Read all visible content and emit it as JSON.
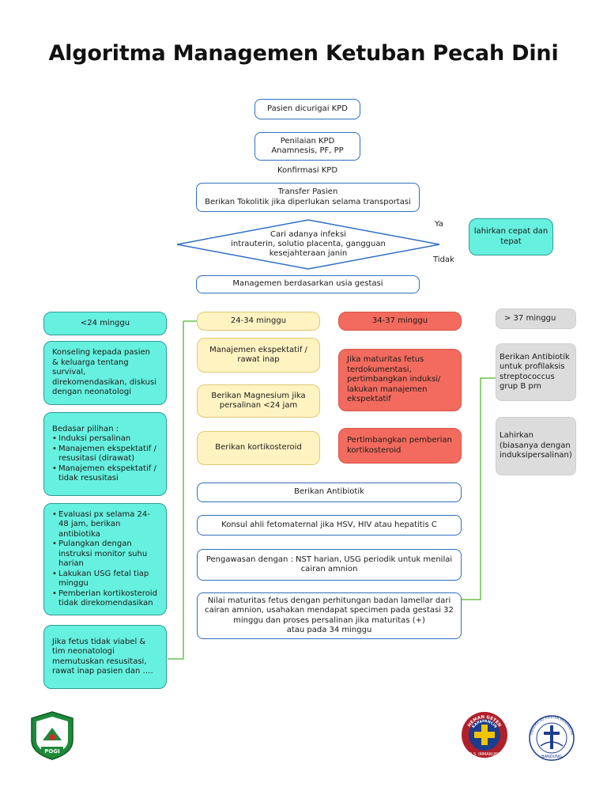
{
  "title": "Algoritma Managemen Ketuban Pecah Dini",
  "nodes": {
    "curiga": "Pasien dicurigai KPD",
    "penilaian_1": "Penilaian KPD",
    "penilaian_2": "Anamnesis, PF, PP",
    "konfirmasi": "Konfirmasi KPD",
    "transfer_1": "Transfer Pasien",
    "transfer_2": "Berikan Tokolitik jika diperlukan selama transportasi",
    "cari_1": "Cari adanya infeksi",
    "cari_2": "intrauterin, solutio placenta, gangguan",
    "cari_3": "kesejahteraan janin",
    "ya": "Ya",
    "tidak": "Tidak",
    "lahirkan_cepat": "lahirkan cepat dan tepat",
    "managemen_usia": "Managemen berdasarkan usia gestasi"
  },
  "columns": {
    "lt24": {
      "header": "<24 minggu",
      "konseling": "Konseling kepada pasien & keluarga tentang survival, direkomendasikan, diskusi dengan neonatologi",
      "pilihan_title": "Bedasar pilihan :",
      "pilihan_items": [
        "Induksi persalinan",
        "Manajemen ekspektatif / resusitasi (dirawat)",
        "Manajemen ekspektatif / tidak resusitasi"
      ],
      "evaluasi_items": [
        "Evaluasi px selama 24-48 jam, berikan antibiotika",
        "Pulangkan dengan instruksi monitor suhu harian",
        "Lakukan USG fetal tiap minggu",
        "Pemberian kortikosteroid tidak direkomendasikan"
      ],
      "viabel": "Jika fetus tidak viabel & tim neonatologi memutuskan resusitasi, rawat inap pasien dan …."
    },
    "w24_34": {
      "header": "24-34 minggu",
      "manajemen": "Manajemen ekspektatif / rawat inap",
      "magnesium": "Berikan Magnesium jika persalinan <24 jam",
      "kortiko": "Berikan kortikosteroid"
    },
    "w34_37": {
      "header": "34-37 minggu",
      "maturitas": "Jika maturitas fetus terdokumentasi, pertimbangkan induksi/ lakukan manajemen ekspektatif",
      "pertimbangkan": "Pertimbangkan pemberian kortikosteroid"
    },
    "gt37": {
      "header": "> 37 minggu",
      "antibiotik": "Berikan Antibiotik untuk profilaksis streptococcus grup B prn",
      "lahirkan": "Lahirkan (biasanya dengan induksipersalinan)"
    }
  },
  "shared": {
    "antibiotik": "Berikan Antibiotik",
    "konsul": "Konsul ahli fetomaternal jika HSV, HIV atau hepatitis C",
    "pengawasan": "Pengawasan dengan : NST harian, USG periodik untuk menilai cairan amnion",
    "nilai_1": "Nilai maturitas fetus dengan perhitungan badan lamellar dari",
    "nilai_2": "cairan amnion, usahakan mendapat specimen pada gestasi 32",
    "nilai_3": "minggu dan proses persalinan jika maturitas (+)",
    "nilai_4": "atau pada 34 minggu"
  },
  "logos": {
    "pogi": "POGI",
    "heman_top": "HEMAN GETEN",
    "heman_mid": "KAPAPANCIN",
    "heman_bottom": "R.S. IMMANUEL",
    "ukm_ring": "UNIVERSITAS KRISTEN MARANATHA",
    "ukm_city": "BANDUNG"
  },
  "colors": {
    "blue_border": "#2f6fbf",
    "teal_fill": "#66f0df",
    "yellow_fill": "#fff3c2",
    "red_fill": "#f36b5e",
    "grey_fill": "#dcdcdc",
    "connector_green": "#6cc24a"
  }
}
